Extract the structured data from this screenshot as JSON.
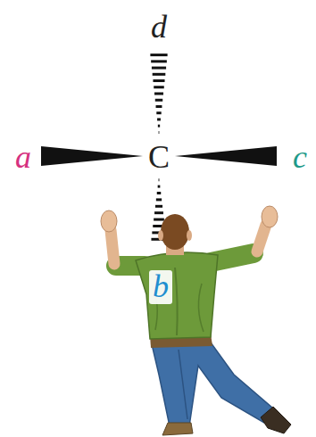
{
  "diagram": {
    "labels": [
      "d",
      "a",
      "C",
      "c",
      "b"
    ]
  }
}
